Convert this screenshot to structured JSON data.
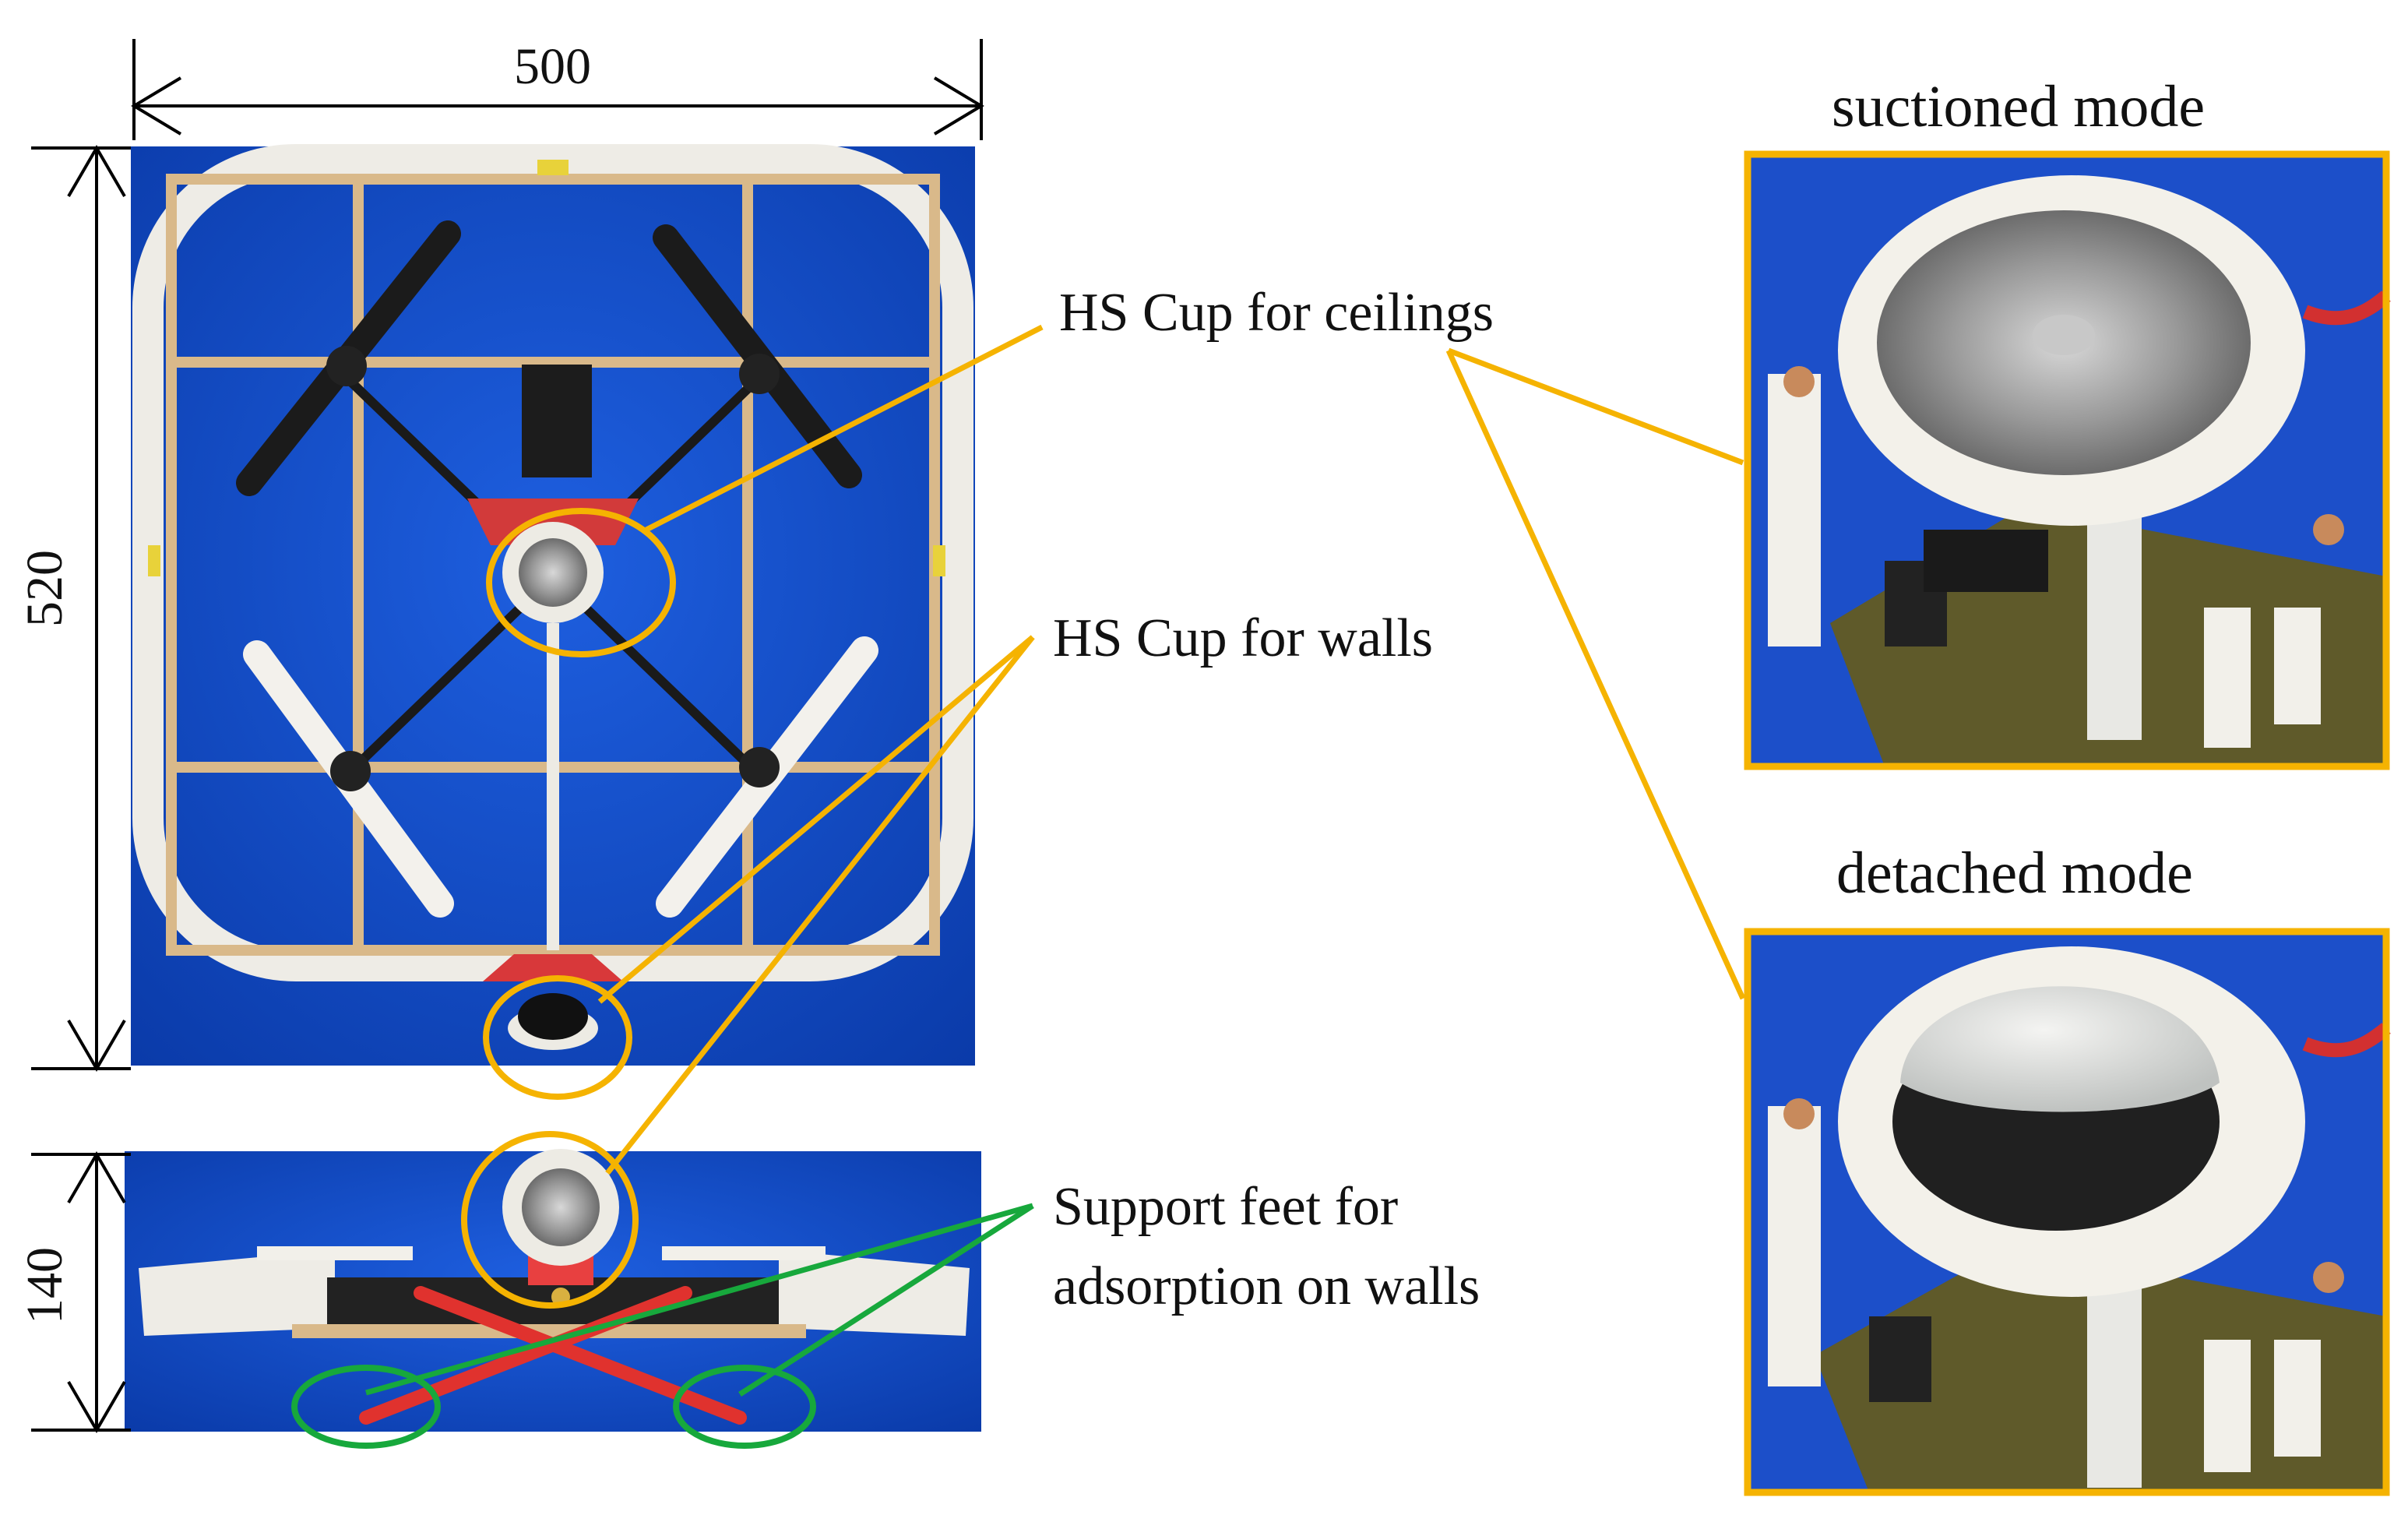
{
  "dimensions": {
    "width_label": "500",
    "height_label": "520",
    "side_height_label": "140"
  },
  "callouts": {
    "ceiling_cup": "HS Cup for ceilings",
    "wall_cup": "HS Cup for walls",
    "support_feet_line1": "Support feet for",
    "support_feet_line2": "adsorption on walls"
  },
  "modes": {
    "suctioned": "suctioned mode",
    "detached": "detached mode"
  },
  "colors": {
    "highlight": "#F5B301",
    "feet_highlight": "#17A83C",
    "backdrop": "#0A3FB8",
    "frame_white": "#F2F0EA",
    "cup_red": "#E0322E"
  }
}
